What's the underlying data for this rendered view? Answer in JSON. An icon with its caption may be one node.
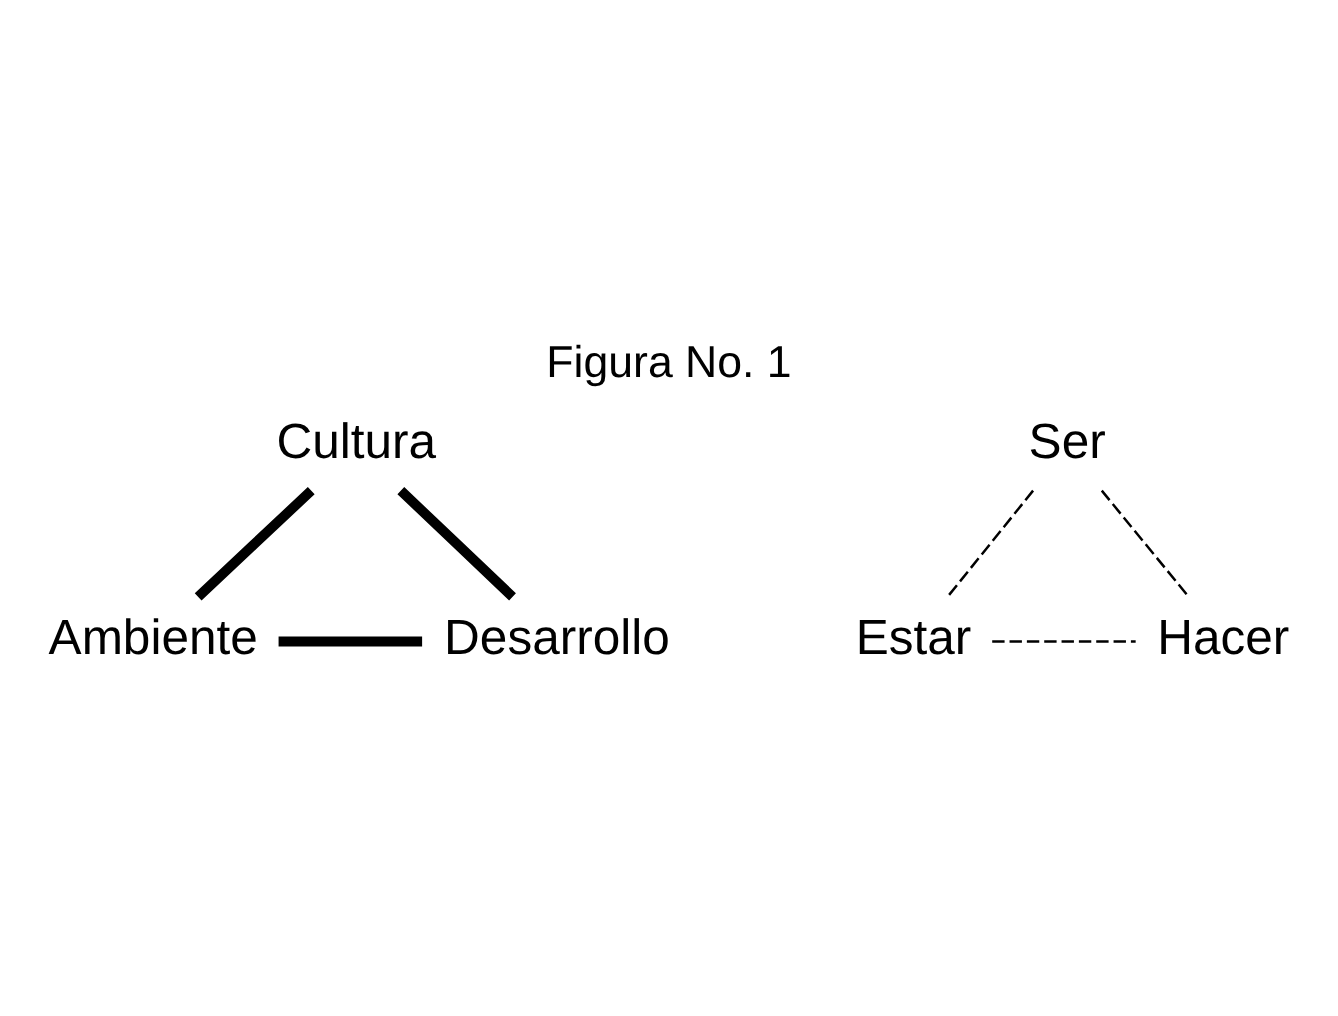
{
  "diagram": {
    "title": "Figura No. 1",
    "nodes": [
      {
        "text": [
          "Cultura"
        ]
      },
      {
        "text": [
          "Ser"
        ]
      },
      {
        "text": [
          "Ambiente"
        ]
      },
      {
        "text": [
          "Desarrollo"
        ]
      },
      {
        "text": [
          "Estar"
        ]
      },
      {
        "text": [
          "Hacer"
        ]
      }
    ],
    "edges": [
      {
        "from": 0,
        "to": 2,
        "arrow": "none",
        "style": "thick"
      },
      {
        "from": 0,
        "to": 3,
        "arrow": "none",
        "style": "thick"
      },
      {
        "from": 2,
        "to": 3,
        "arrow": "none",
        "style": "thick"
      },
      {
        "from": 1,
        "to": 4,
        "arrow": "none",
        "style": "dashed"
      },
      {
        "from": 1,
        "to": 5,
        "arrow": "none",
        "style": "dashed"
      },
      {
        "from": 4,
        "to": 5,
        "arrow": "none",
        "style": "dashed"
      }
    ]
  }
}
